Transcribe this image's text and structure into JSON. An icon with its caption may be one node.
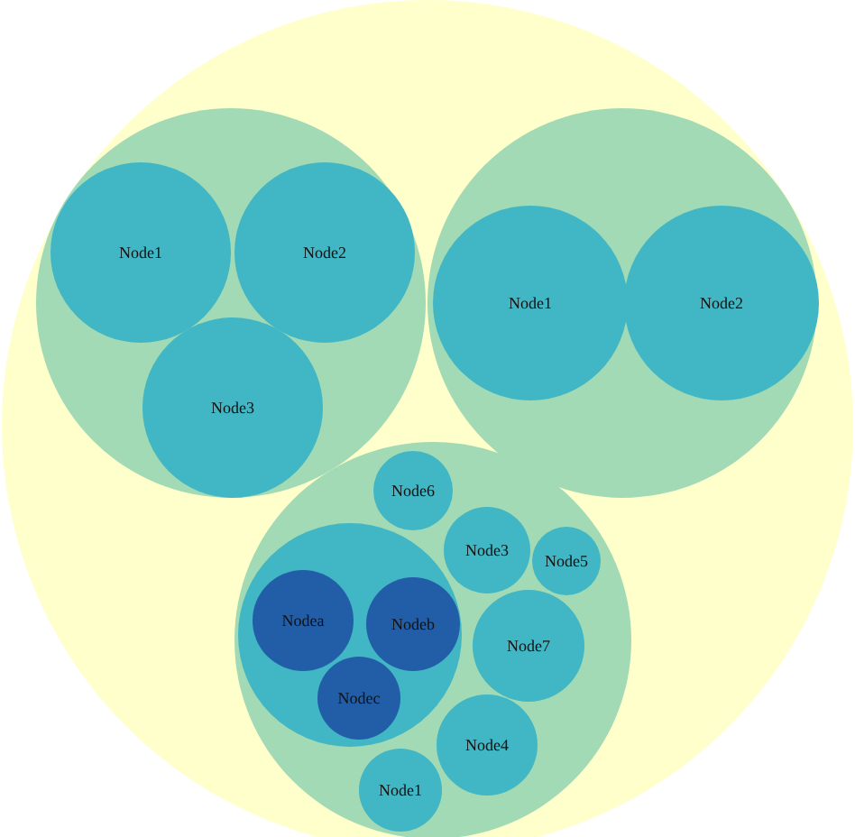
{
  "diagram": {
    "nodes": [
      {
        "text": [],
        "shape": "circle"
      },
      {
        "text": [],
        "shape": "circle",
        "in": 0
      },
      {
        "text": [
          "Node1"
        ],
        "in": 1
      },
      {
        "text": [
          "Node2"
        ],
        "in": 1
      },
      {
        "text": [
          "Node3"
        ],
        "in": 1
      },
      {
        "text": [],
        "shape": "circle",
        "in": 0
      },
      {
        "text": [
          "Node1"
        ],
        "in": 5
      },
      {
        "text": [
          "Node2"
        ],
        "in": 5
      },
      {
        "text": [],
        "shape": "circle",
        "in": 0
      },
      {
        "text": [
          "Node6"
        ],
        "in": 8
      },
      {
        "text": [
          "Node3"
        ],
        "in": 8
      },
      {
        "text": [
          "Node5"
        ],
        "in": 8
      },
      {
        "text": [],
        "shape": "circle",
        "in": 8
      },
      {
        "text": [
          "Nodea"
        ],
        "in": 12
      },
      {
        "text": [
          "Nodeb"
        ],
        "in": 12
      },
      {
        "text": [
          "Nodec"
        ],
        "in": 12
      },
      {
        "text": [
          "Node7"
        ],
        "in": 8
      },
      {
        "text": [
          "Node4"
        ],
        "in": 8
      },
      {
        "text": [
          "Node1"
        ],
        "in": 8
      }
    ]
  }
}
